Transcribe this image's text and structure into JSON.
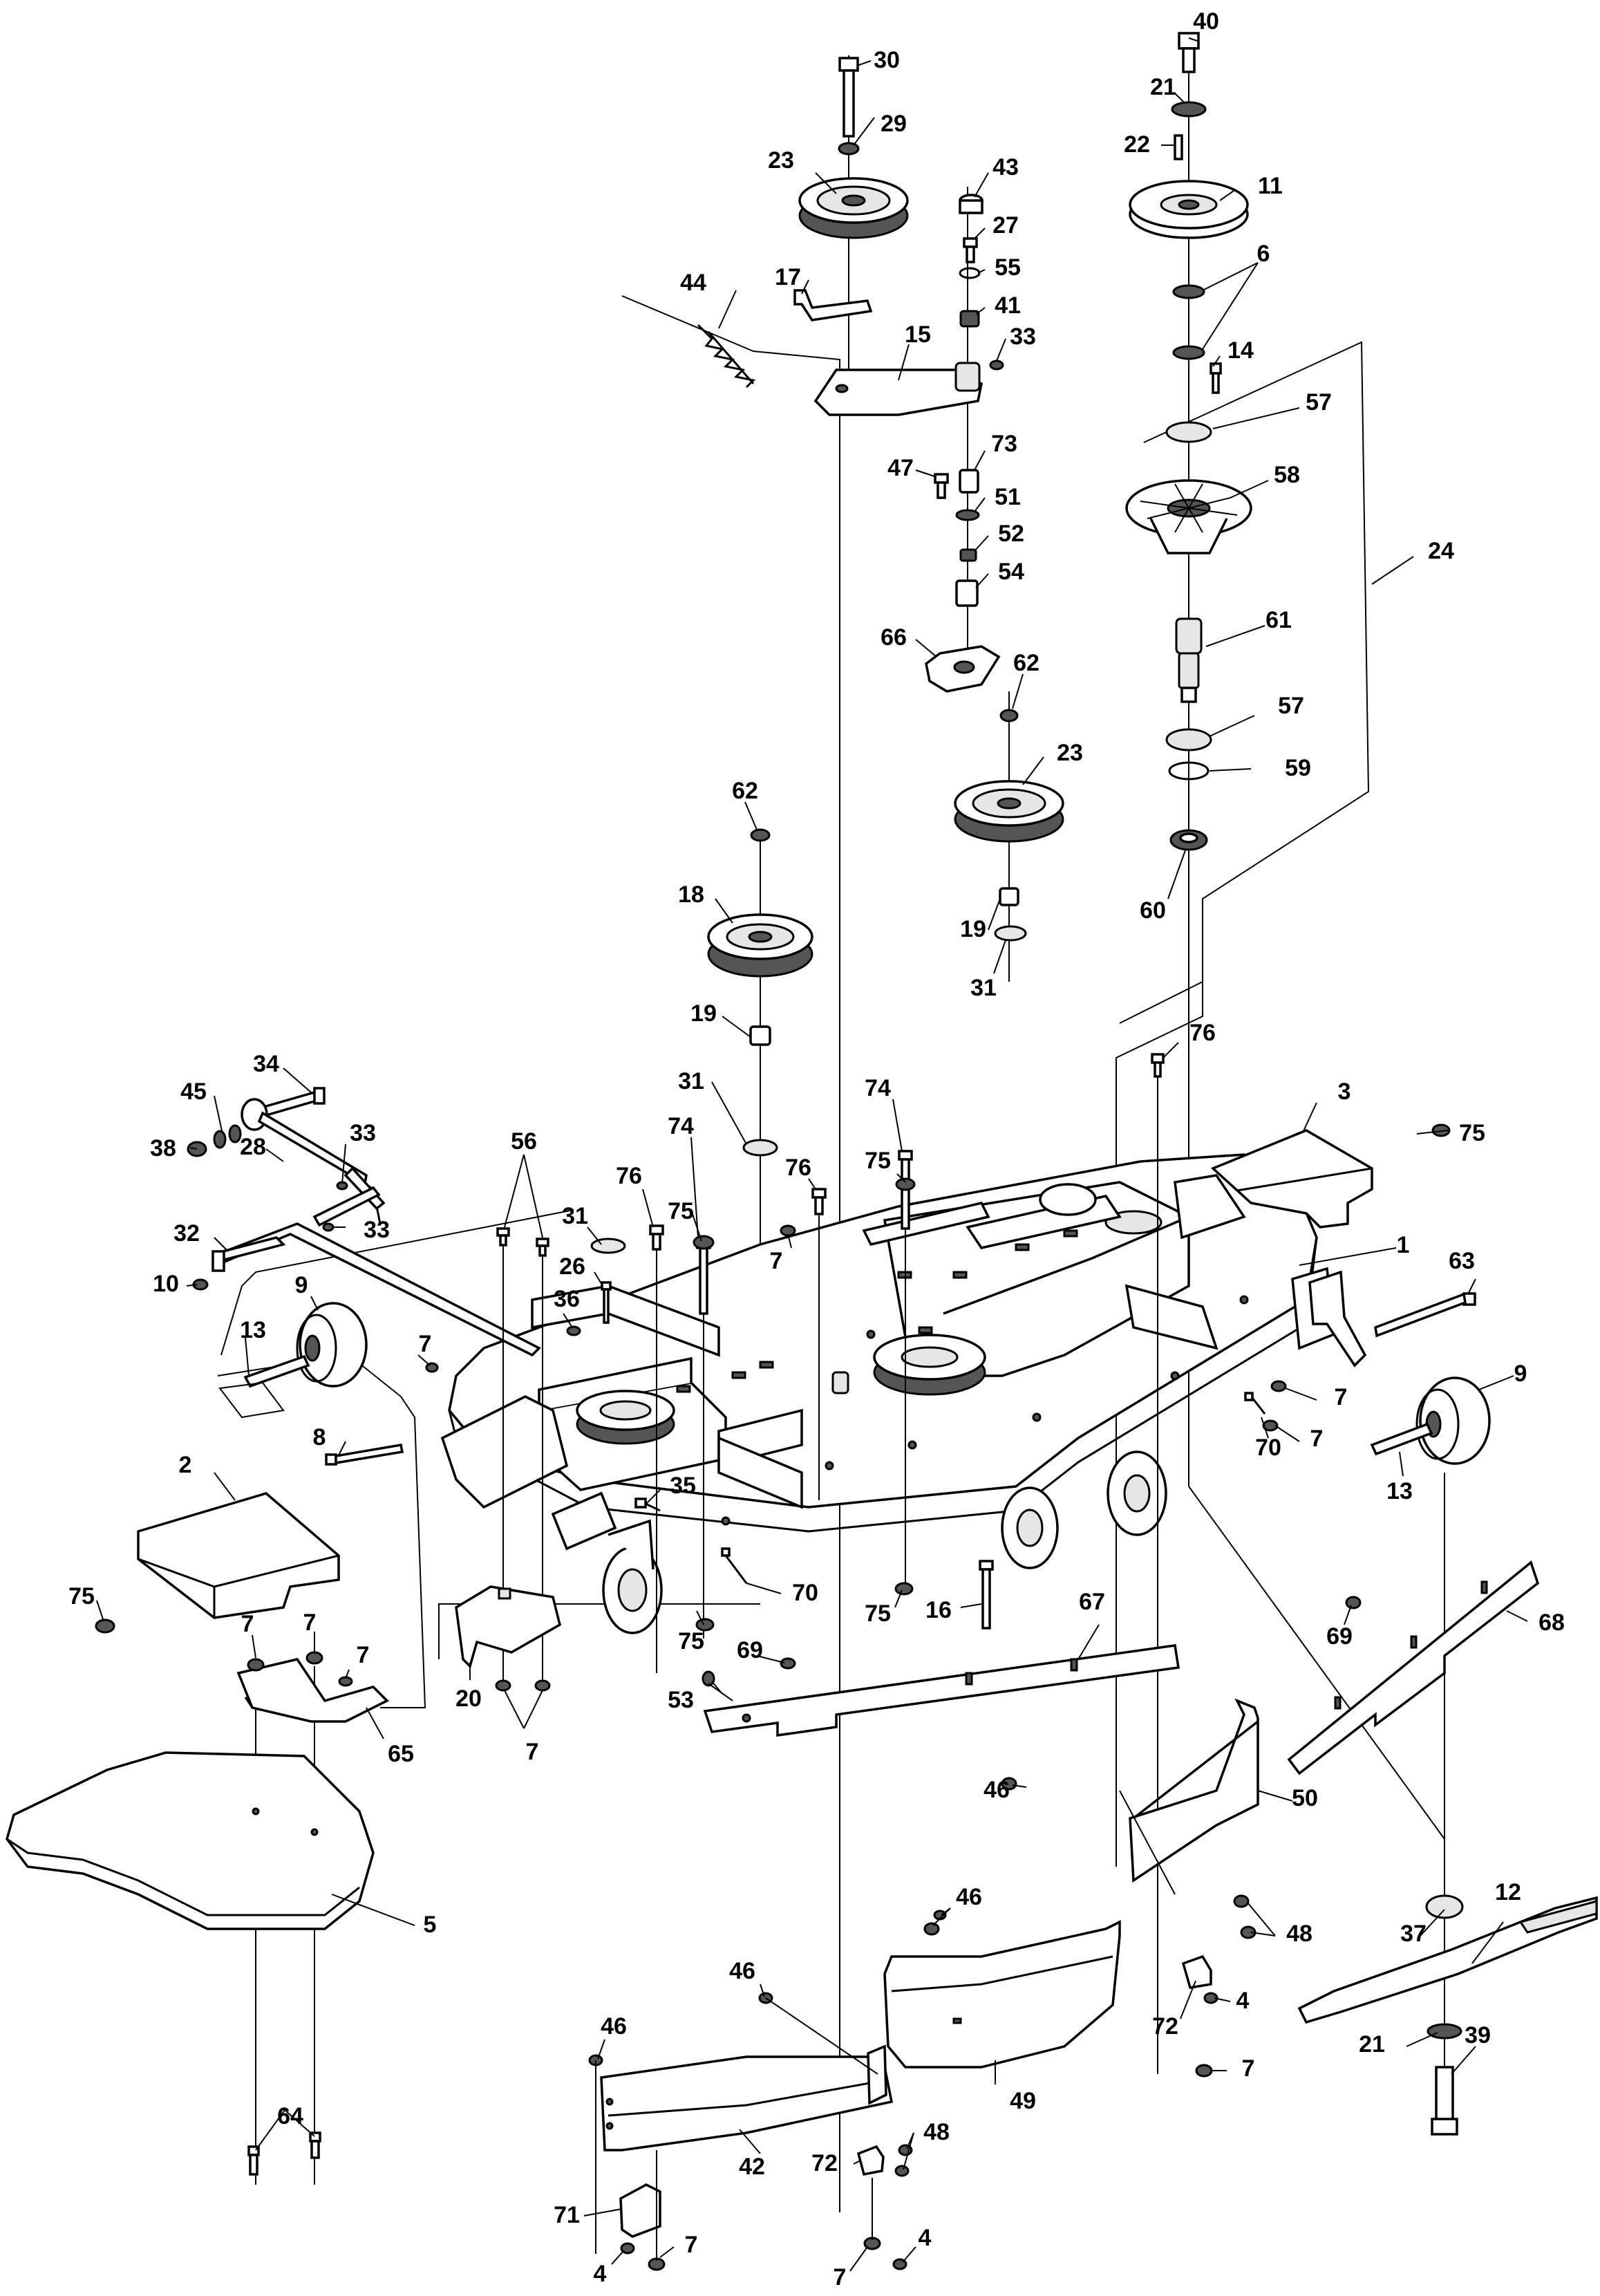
{
  "callouts": [
    {
      "id": "40",
      "text": "40"
    },
    {
      "id": "21a",
      "text": "21"
    },
    {
      "id": "22",
      "text": "22"
    },
    {
      "id": "11",
      "text": "11"
    },
    {
      "id": "6",
      "text": "6"
    },
    {
      "id": "14",
      "text": "14"
    },
    {
      "id": "57a",
      "text": "57"
    },
    {
      "id": "58",
      "text": "58"
    },
    {
      "id": "24",
      "text": "24"
    },
    {
      "id": "61",
      "text": "61"
    },
    {
      "id": "57b",
      "text": "57"
    },
    {
      "id": "59",
      "text": "59"
    },
    {
      "id": "60",
      "text": "60"
    },
    {
      "id": "30",
      "text": "30"
    },
    {
      "id": "29",
      "text": "29"
    },
    {
      "id": "23a",
      "text": "23"
    },
    {
      "id": "43",
      "text": "43"
    },
    {
      "id": "27",
      "text": "27"
    },
    {
      "id": "55",
      "text": "55"
    },
    {
      "id": "41",
      "text": "41"
    },
    {
      "id": "33a",
      "text": "33"
    },
    {
      "id": "15",
      "text": "15"
    },
    {
      "id": "44",
      "text": "44"
    },
    {
      "id": "17",
      "text": "17"
    },
    {
      "id": "47",
      "text": "47"
    },
    {
      "id": "73",
      "text": "73"
    },
    {
      "id": "51",
      "text": "51"
    },
    {
      "id": "52",
      "text": "52"
    },
    {
      "id": "54",
      "text": "54"
    },
    {
      "id": "66",
      "text": "66"
    },
    {
      "id": "62a",
      "text": "62"
    },
    {
      "id": "23b",
      "text": "23"
    },
    {
      "id": "19a",
      "text": "19"
    },
    {
      "id": "31a",
      "text": "31"
    },
    {
      "id": "62b",
      "text": "62"
    },
    {
      "id": "18",
      "text": "18"
    },
    {
      "id": "19b",
      "text": "19"
    },
    {
      "id": "31b",
      "text": "31"
    },
    {
      "id": "76a",
      "text": "76"
    },
    {
      "id": "3",
      "text": "3"
    },
    {
      "id": "75a",
      "text": "75"
    },
    {
      "id": "74a",
      "text": "74"
    },
    {
      "id": "75b",
      "text": "75"
    },
    {
      "id": "76b",
      "text": "76"
    },
    {
      "id": "7a",
      "text": "7"
    },
    {
      "id": "74b",
      "text": "74"
    },
    {
      "id": "75c",
      "text": "75"
    },
    {
      "id": "76c",
      "text": "76"
    },
    {
      "id": "56",
      "text": "56"
    },
    {
      "id": "31c",
      "text": "31"
    },
    {
      "id": "26",
      "text": "26"
    },
    {
      "id": "36",
      "text": "36"
    },
    {
      "id": "34",
      "text": "34"
    },
    {
      "id": "45",
      "text": "45"
    },
    {
      "id": "38",
      "text": "38"
    },
    {
      "id": "33b",
      "text": "33"
    },
    {
      "id": "28",
      "text": "28"
    },
    {
      "id": "33c",
      "text": "33"
    },
    {
      "id": "32",
      "text": "32"
    },
    {
      "id": "10",
      "text": "10"
    },
    {
      "id": "9a",
      "text": "9"
    },
    {
      "id": "13a",
      "text": "13"
    },
    {
      "id": "7b",
      "text": "7"
    },
    {
      "id": "1",
      "text": "1"
    },
    {
      "id": "63",
      "text": "63"
    },
    {
      "id": "9b",
      "text": "9"
    },
    {
      "id": "7c",
      "text": "7"
    },
    {
      "id": "7d",
      "text": "7"
    },
    {
      "id": "70a",
      "text": "70"
    },
    {
      "id": "13b",
      "text": "13"
    },
    {
      "id": "8",
      "text": "8"
    },
    {
      "id": "2",
      "text": "2"
    },
    {
      "id": "35",
      "text": "35"
    },
    {
      "id": "75d",
      "text": "75"
    },
    {
      "id": "70b",
      "text": "70"
    },
    {
      "id": "75e",
      "text": "75"
    },
    {
      "id": "16",
      "text": "16"
    },
    {
      "id": "67",
      "text": "67"
    },
    {
      "id": "69a",
      "text": "69"
    },
    {
      "id": "68",
      "text": "68"
    },
    {
      "id": "75f",
      "text": "75"
    },
    {
      "id": "69b",
      "text": "69"
    },
    {
      "id": "7e",
      "text": "7"
    },
    {
      "id": "7f",
      "text": "7"
    },
    {
      "id": "7g",
      "text": "7"
    },
    {
      "id": "20",
      "text": "20"
    },
    {
      "id": "7h",
      "text": "7"
    },
    {
      "id": "53",
      "text": "53"
    },
    {
      "id": "65",
      "text": "65"
    },
    {
      "id": "5",
      "text": "5"
    },
    {
      "id": "64",
      "text": "64"
    },
    {
      "id": "46a",
      "text": "46"
    },
    {
      "id": "50",
      "text": "50"
    },
    {
      "id": "46b",
      "text": "46"
    },
    {
      "id": "48a",
      "text": "48"
    },
    {
      "id": "37",
      "text": "37"
    },
    {
      "id": "12",
      "text": "12"
    },
    {
      "id": "4a",
      "text": "4"
    },
    {
      "id": "72a",
      "text": "72"
    },
    {
      "id": "7i",
      "text": "7"
    },
    {
      "id": "21b",
      "text": "21"
    },
    {
      "id": "39",
      "text": "39"
    },
    {
      "id": "46c",
      "text": "46"
    },
    {
      "id": "46d",
      "text": "46"
    },
    {
      "id": "49",
      "text": "49"
    },
    {
      "id": "48b",
      "text": "48"
    },
    {
      "id": "42",
      "text": "42"
    },
    {
      "id": "72b",
      "text": "72"
    },
    {
      "id": "71",
      "text": "71"
    },
    {
      "id": "7j",
      "text": "7"
    },
    {
      "id": "4b",
      "text": "4"
    },
    {
      "id": "4c",
      "text": "4"
    },
    {
      "id": "7k",
      "text": "7"
    }
  ]
}
